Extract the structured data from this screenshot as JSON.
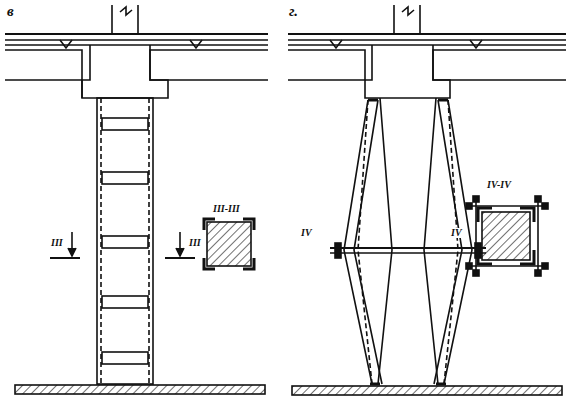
{
  "diagram": {
    "labels": [
      "в",
      "г.",
      "III",
      "III",
      "III-III",
      "IV",
      "IV",
      "IV-IV"
    ]
  }
}
